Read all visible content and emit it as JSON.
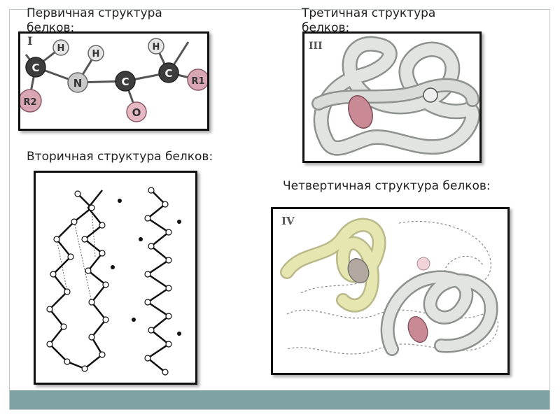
{
  "captions": {
    "primary": "Первичная структура белков:",
    "tertiary": "Третичная структура белков:",
    "secondary": "Вторичная структура белков:",
    "quaternary": "Четвертичная структура белков:"
  },
  "primary_diagram": {
    "numeral": "I",
    "atoms": [
      "H",
      "C",
      "N",
      "H",
      "C",
      "O",
      "H",
      "C",
      "R2",
      "R1"
    ]
  },
  "tertiary_diagram": {
    "numeral": "III"
  },
  "quaternary_diagram": {
    "numeral": "IV"
  },
  "colors": {
    "bottom_bar": "#7fa3a4",
    "atom_dark": "#3d3d3d",
    "atom_light": "#c9c9c9",
    "atom_pink": "#d9a7b4",
    "strand_gray": "#d9dcd9",
    "strand_yellow": "#e6e6b0",
    "heme": "#c98a96"
  }
}
